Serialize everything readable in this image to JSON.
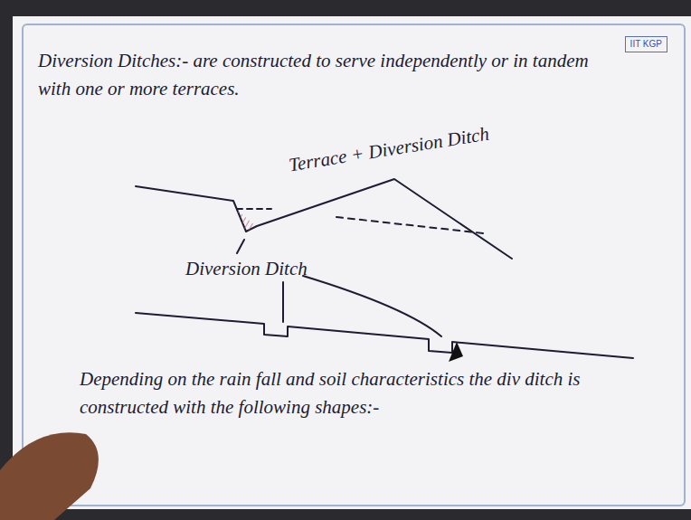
{
  "diagram": {
    "title": "Diversion Ditches:-",
    "labels": [
      "IIT KGP",
      "are constructed to serve independently or in tandem with one or more terraces.",
      "Terrace + Diversion Ditch",
      "Diversion Ditch",
      "Depending on the rain fall and soil characteristics the div ditch is constructed with the following shapes:-"
    ]
  }
}
